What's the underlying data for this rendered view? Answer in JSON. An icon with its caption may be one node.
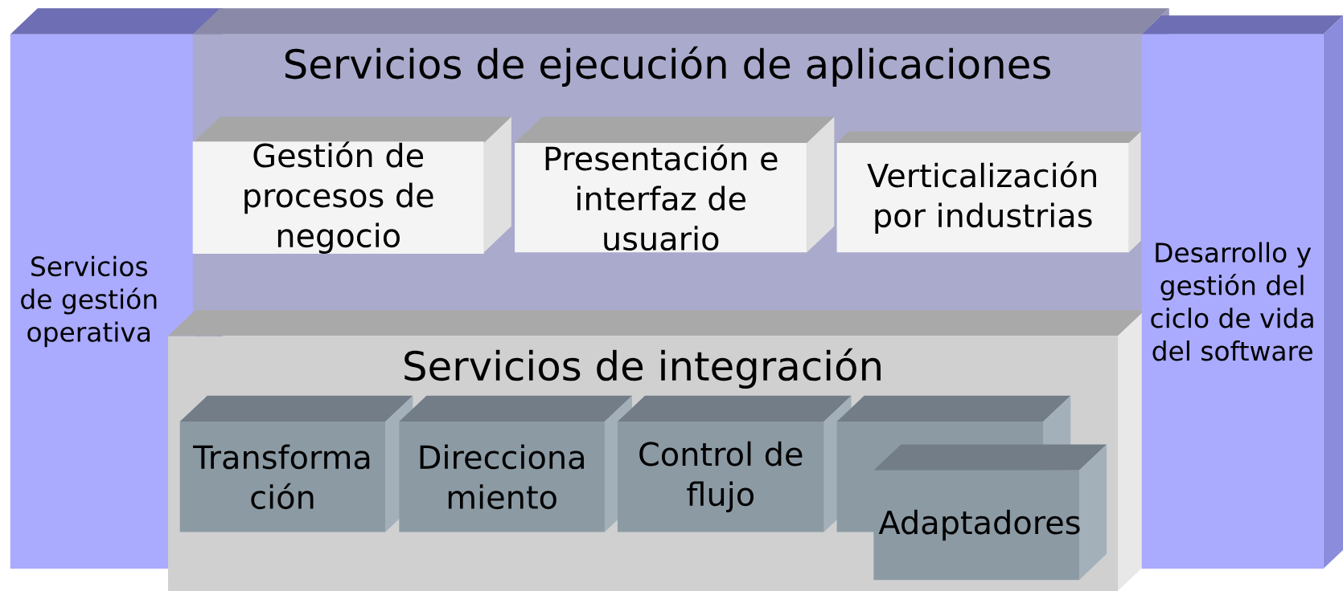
{
  "diagram": {
    "nodes": [
      {
        "text": [
          "Servicios de gestión operativa"
        ]
      },
      {
        "text": [
          "Servicios de ejecución de aplicaciones"
        ]
      },
      {
        "text": [
          "Gestión de procesos de negocio"
        ],
        "in": 1
      },
      {
        "text": [
          "Presentación e interfaz de usuario"
        ],
        "in": 1
      },
      {
        "text": [
          "Verticalización por industrias"
        ],
        "in": 1
      },
      {
        "text": [
          "Servicios de integración"
        ]
      },
      {
        "text": [
          "Transforma ción"
        ],
        "in": 5
      },
      {
        "text": [
          "Direcciona miento"
        ],
        "in": 5
      },
      {
        "text": [
          "Control de flujo"
        ],
        "in": 5
      },
      {
        "text": [],
        "shape": "box",
        "in": 5
      },
      {
        "text": [
          "Adaptadores"
        ],
        "in": 5
      },
      {
        "text": [
          "Desarrollo y gestión del ciclo de vida del software"
        ]
      }
    ]
  }
}
